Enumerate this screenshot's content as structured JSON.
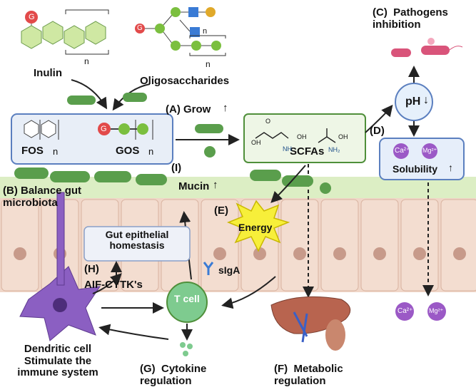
{
  "structures": {
    "inulin": "Inulin",
    "oligosaccharides": "Oligosaccharides",
    "repeat_n": "n",
    "fos": "FOS",
    "gos": "GOS",
    "g_symbol": "G"
  },
  "labels": {
    "a_grow": "(A)  Grow",
    "b_balance": "(B) Balance gut\nmicrobiota",
    "c_pathogens": "(C)  Pathogens\ninhibition",
    "d_solubility": "Solubility",
    "d_tag": "(D)",
    "e_tag": "(E)",
    "e_energy": "Energy",
    "f_metabolic": "(F)  Metabolic\nregulation",
    "g_cytokine": "(G)  Cytokine\nregulation",
    "h_tag": "(H)",
    "h_aif": "AIF-CYTK's",
    "i_tag": "(I)",
    "i_mucin": "Mucin",
    "scfas": "SCFAs",
    "ph": "pH",
    "ca": "Ca²⁺",
    "mg": "Mg²⁺",
    "tcell": "T cell",
    "siga": "sIgA",
    "homeostasis": "Gut epithelial\nhomestasis",
    "dendritic": "Dendritic cell\nStimulate the\nimmune system",
    "nh": "NH",
    "nh2": "NH₂",
    "oh": "OH",
    "o": "O"
  },
  "colors": {
    "bacteria": "#5a9e4c",
    "sugar_green": "#cfe8a3",
    "glucose": "#e24a4a",
    "gos_green": "#7bbf3f",
    "blue_square": "#3a7bd5",
    "yellow_circle": "#e0a92a",
    "panel_border": "#5b7fbf",
    "scfa_border": "#4f8f3a",
    "epithelium": "#f0d6c8",
    "nucleus": "#c79a8a",
    "mucus": "#dceec4",
    "dendritic": "#8b5fc2",
    "tcell": "#7ecb8f",
    "ion": "#9b59c6",
    "energy": "#f7ef3a"
  }
}
